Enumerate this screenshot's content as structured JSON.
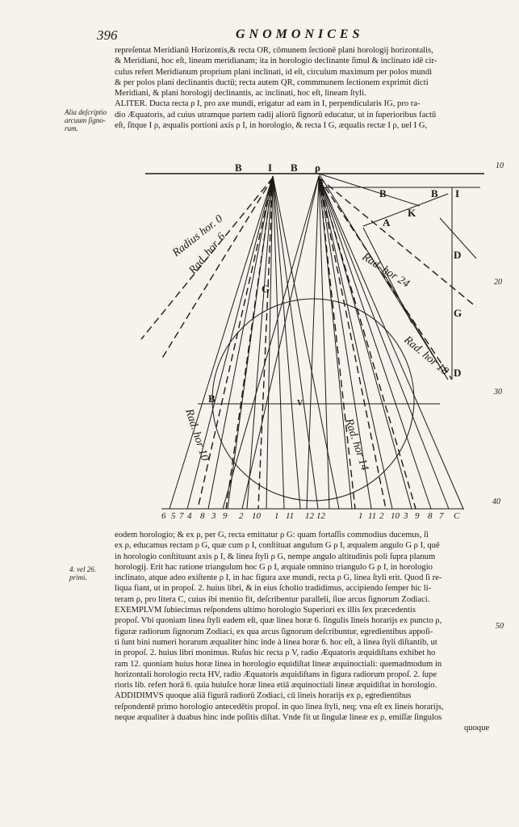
{
  "header": {
    "page_number": "396",
    "running_head": "GNOMONICES"
  },
  "text_top": [
    "repreſentat Meridianū Horizontis,& recta OR, cōmunem ſectionē plani horologij horizontalis,",
    "& Meridiani, hoc eſt, lineam meridianam; ita in horologio declinante ſimul & inclinato idē cir-",
    "culus refert Meridianum proprium plani inclinati, id eſt, circulum maximum per polos mundi",
    "& per polos plani declinantis ductū; recta autem QR, commmunem ſectionem exprimit dicti",
    "Meridiani, & plani horologij declinantis, ac inclinati, hoc eſt, lineam ſtyli.",
    "ALITER. Ducta recta ρ I, pro axe mundi, erigatur ad eam in I, perpendicularis IG, pro ra-",
    "dio Æquatoris, ad cuius utramque partem radij aliorū ſignorū educatur, ut in ſuperioribus factū",
    "eſt, ſitque I ρ, æqualis portioni axis ρ I, in horologio, & recta I G, æqualis rectæ I ρ, uel I G,"
  ],
  "text_bottom": [
    "eodem horologio; & ex ρ, per G, recta emittatur ρ G: quam fortaſſis commodius ducemus, ſi",
    "ex ρ, educamus rectam ρ G, quæ cum ρ I, conſtituat angulum G ρ I, æqualem angulo G ρ I, quē",
    "in horologio conſtituunt axis ρ I, & linea ſtyli ρ G, nempe angulo altitudinis poli ſupra planum",
    "horologij. Erit hac ratione triangulum hoc G ρ I, æquale omnino triangulo G ρ I, in horologio",
    "inclinato, atque adeo exiſtente ρ I, in hac figura axe mundi, recta ρ G, linea ſtyli erit. Quod ſi re-",
    "liqua fiant, ut in propoſ. 2. huius libri, & in eius ſcholio tradidimus, accipiendo ſemper hic li-",
    "teram ρ, pro litera C, cuius ibi mentio fit, deſcribentur paralleli, ſiue arcus ſignorum Zodiaci.",
    "EXEMPLVM ſubiecimus reſpondens ultimo horologio Superiori ex illis ſex præcedentis",
    "propoſ. Vbi quoniam linea ſtyli eadem eſt, quæ linea horæ 6. ſingulis lineis horarijs ex puncto ρ,",
    "figuræ radiorum ſignorum Zodiaci, ex qua arcus ſignorum deſcribuntur, egredientibus appoſi-",
    "ti ſunt bini numeri horarum æqualiter hinc inde à linea horæ 6. hoc eſt, à linea ſtyli diſtantib, ut",
    "in propoſ. 2. huius libri monimus. Ruſus hic recta ρ V, radio Æquatoris æquidiſtans exhibet ho",
    "ram 12. quoniam huius horæ linea in horologio equidiſtat lineæ æquinoctiali: quemadmodum in",
    "horizontali horologio recta HV, radio Æquatoris æquidiſtans in figura radiorum propoſ. 2. ſupe",
    "rioris lib. refert horā 6. quia huiuſce horæ linea etiā æquinoctiali lineæ æquidiſtat in horologio.",
    "ADDIDIMVS quoque aliā figurā radiorū Zodiaci, cū lineis horarijs ex ρ, egredientibus",
    "reſpondentē primo horologio antecedētis propoſ. in quo linea ſtyli, neq; vna eſt ex lineis horarijs,",
    "neque æqualiter à duabus hinc inde poſitis diſtat. Vnde fit ut ſingulæ lineæ ex ρ, emiſſæ ſingulos"
  ],
  "catchword": "quoque",
  "margin_notes": {
    "alia_1": "Alia deſcriptio",
    "alia_2": "arcuum ſigno-",
    "alia_3": "rum.",
    "ref_1": "4. vel 26.",
    "ref_2": "primi."
  },
  "line_numbers": [
    "10",
    "20",
    "30",
    "40",
    "50"
  ],
  "figure": {
    "labels": {
      "B": "B",
      "I": "I",
      "rho": "ρ",
      "K": "K",
      "A": "A",
      "D": "D",
      "G": "G",
      "V": "V",
      "C": "C",
      "rad_hor_0": "Radius hor. 0",
      "rad_hor_6": "Rad. hor. 6",
      "rad_hor_24": "Rad. hor 24",
      "rad_hor_18": "Rad. hor 18",
      "rad_hor_10": "Rad. hor 10",
      "rad_hor_14": "Rad. hor 14"
    },
    "bottom_hours": [
      "6",
      "5",
      "7",
      "4",
      "8",
      "3",
      "9",
      "2",
      "10",
      "1",
      "11",
      "12",
      "12",
      "1",
      "11",
      "2",
      "10",
      "3",
      "9",
      "8",
      "7",
      "C"
    ]
  }
}
